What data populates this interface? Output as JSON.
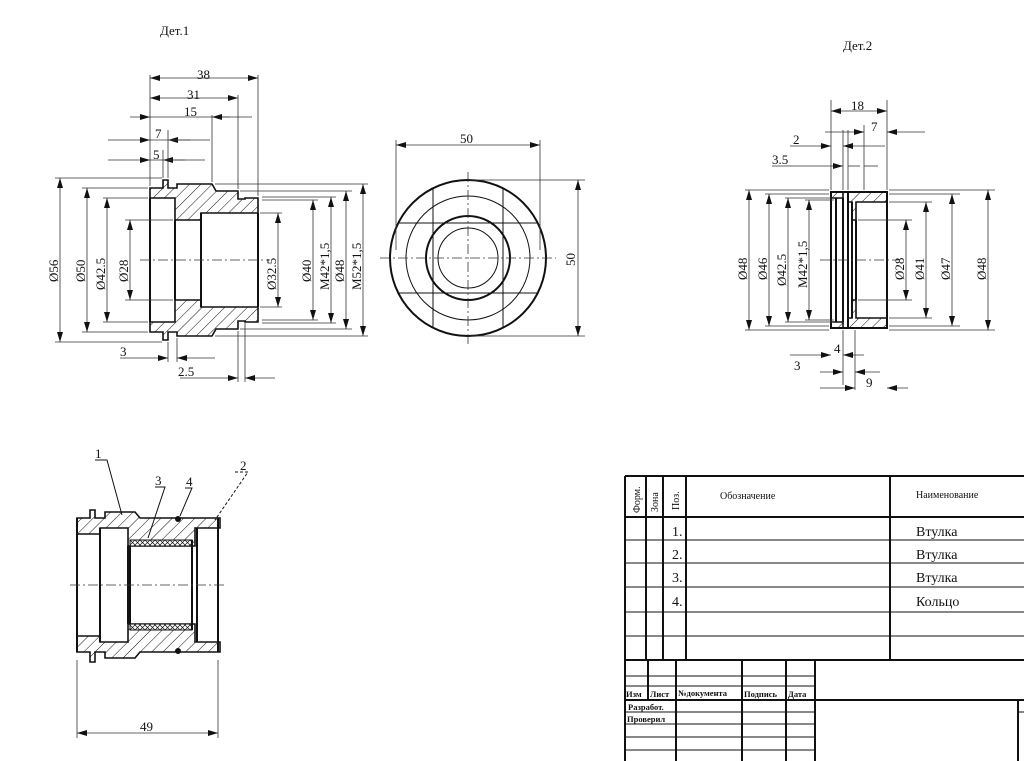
{
  "det1": {
    "title": "Дет.1",
    "dims": {
      "d38": "38",
      "d31": "31",
      "d15": "15",
      "d7": "7",
      "d5": "5",
      "d56": "Ø56",
      "d50": "Ø50",
      "d42_5": "Ø42.5",
      "d28": "Ø28",
      "d32_5": "Ø32.5",
      "d40": "Ø40",
      "m42": "M42*1,5",
      "d48": "Ø48",
      "m52": "M52*1,5",
      "d3": "3",
      "d2_5": "2.5"
    },
    "end_view": {
      "w50": "50",
      "h50": "50"
    }
  },
  "det2": {
    "title": "Дет.2",
    "dims": {
      "d18": "18",
      "d7": "7",
      "d2": "2",
      "d3_5": "3.5",
      "d48a": "Ø48",
      "d46": "Ø46",
      "d42_5": "Ø42.5",
      "m42": "M42*1,5",
      "d28": "Ø28",
      "d41": "Ø41",
      "d47": "Ø47",
      "d48b": "Ø48",
      "d4": "4",
      "d3": "3",
      "d9": "9"
    }
  },
  "assembly": {
    "callouts": [
      "1",
      "2",
      "3",
      "4"
    ],
    "length": "49"
  },
  "spec_table": {
    "headers": {
      "form": "Форм.",
      "zone": "Зона",
      "pos": "Поз.",
      "designation": "Обозначение",
      "name": "Наименование"
    },
    "rows": [
      {
        "pos": "1.",
        "name": "Втулка"
      },
      {
        "pos": "2.",
        "name": "Втулка"
      },
      {
        "pos": "3.",
        "name": "Втулка"
      },
      {
        "pos": "4.",
        "name": "Кольцо"
      }
    ]
  },
  "title_block": {
    "izm": "Изм",
    "list": "Лист",
    "doc_no": "№документа",
    "sign": "Подпись",
    "date": "Дата",
    "developed": "Разработ.",
    "checked": "Проверил"
  }
}
